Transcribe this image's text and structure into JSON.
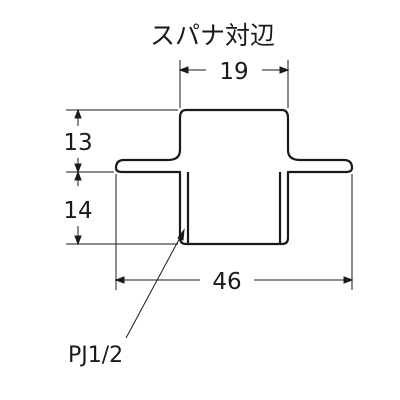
{
  "title": "スパナ対辺",
  "dimensions": {
    "top_width": "19",
    "top_height": "13",
    "bottom_height": "14",
    "total_width": "46"
  },
  "thread_label": "PJ1/2"
}
